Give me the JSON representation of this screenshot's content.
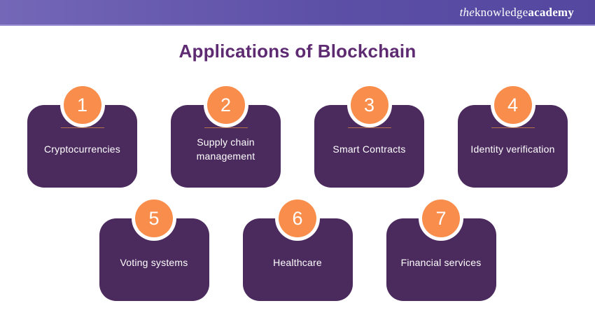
{
  "title": "Applications of Blockchain",
  "header": {
    "logo_the": "the",
    "logo_knowledge": "knowledge",
    "logo_academy": "academy"
  },
  "cards": [
    {
      "number": "1",
      "label": "Cryptocurrencies"
    },
    {
      "number": "2",
      "label": "Supply chain management"
    },
    {
      "number": "3",
      "label": "Smart Contracts"
    },
    {
      "number": "4",
      "label": "Identity verification"
    },
    {
      "number": "5",
      "label": "Voting systems"
    },
    {
      "number": "6",
      "label": "Healthcare"
    },
    {
      "number": "7",
      "label": "Financial services"
    }
  ],
  "colors": {
    "header_purple_left": "#7467b8",
    "header_purple_right": "#5447a0",
    "header_border": "#9c92d4",
    "title_purple": "#5e2b72",
    "card_purple": "#4b2a5e",
    "badge_orange": "#f98e4c",
    "badge_underline": "#b4714c",
    "card_text": "#ffffff"
  }
}
